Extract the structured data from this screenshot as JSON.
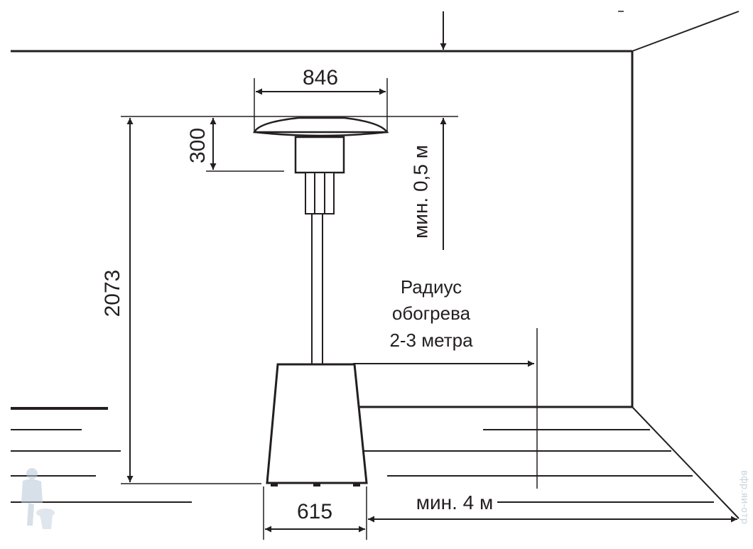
{
  "diagram": {
    "dimensions": {
      "width_top": "846",
      "head_height": "300",
      "total_height": "2073",
      "base_width": "615",
      "min_ceiling": "мин. 0,5 м",
      "min_wall": "мин. 4 м"
    },
    "heating_radius": {
      "line1": "Радиус",
      "line2": "обогрева",
      "line3": "2-3 метра"
    },
    "watermark": "вфр.яи-отр"
  },
  "colors": {
    "ink": "#231f20",
    "background": "#ffffff",
    "watermark": "#c9d3dc"
  }
}
